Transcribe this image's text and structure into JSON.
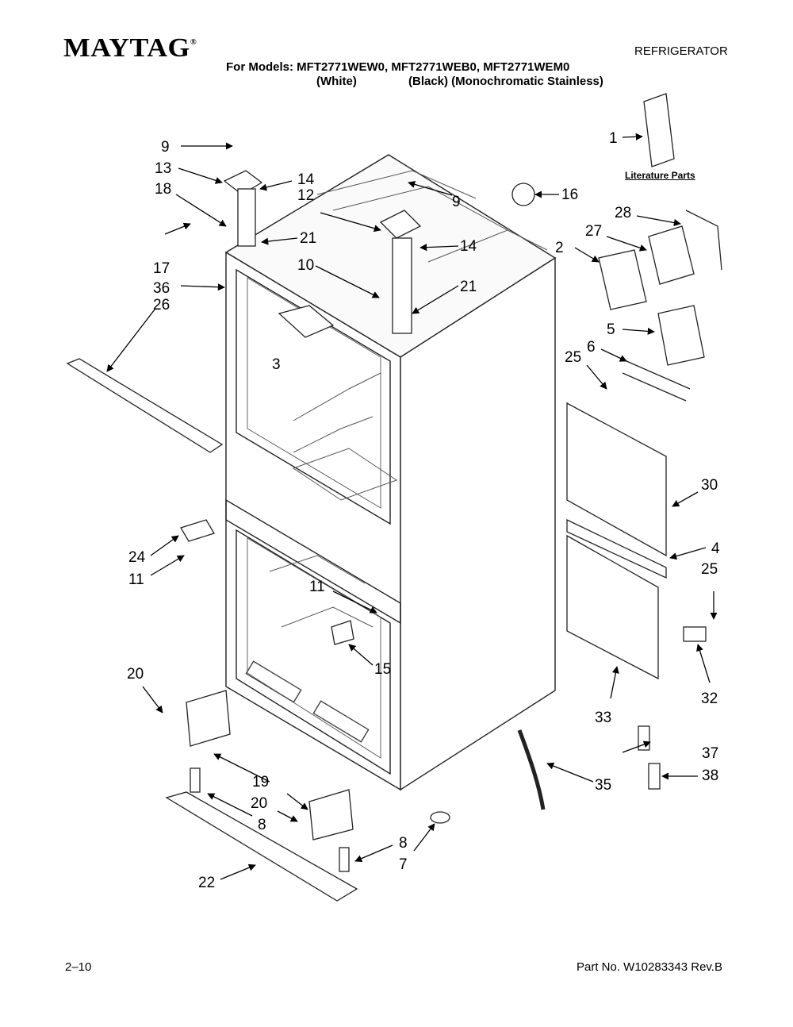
{
  "header": {
    "brand": "MAYTAG",
    "registered_mark": "®",
    "document_type": "REFRIGERATOR",
    "models_line": "For Models: MFT2771WEW0, MFT2771WEB0, MFT2771WEM0",
    "color_white": "(White)",
    "color_black_stainless": "(Black) (Monochromatic Stainless)"
  },
  "literature_label": "Literature Parts",
  "callouts": [
    {
      "id": "c1",
      "label": "1"
    },
    {
      "id": "c2",
      "label": "2"
    },
    {
      "id": "c3",
      "label": "3"
    },
    {
      "id": "c4",
      "label": "4"
    },
    {
      "id": "c5",
      "label": "5"
    },
    {
      "id": "c6",
      "label": "6"
    },
    {
      "id": "c7",
      "label": "7"
    },
    {
      "id": "c8a",
      "label": "8"
    },
    {
      "id": "c8b",
      "label": "8"
    },
    {
      "id": "c9a",
      "label": "9"
    },
    {
      "id": "c9b",
      "label": "9"
    },
    {
      "id": "c10",
      "label": "10"
    },
    {
      "id": "c11a",
      "label": "11"
    },
    {
      "id": "c11b",
      "label": "11"
    },
    {
      "id": "c12",
      "label": "12"
    },
    {
      "id": "c13",
      "label": "13"
    },
    {
      "id": "c14a",
      "label": "14"
    },
    {
      "id": "c14b",
      "label": "14"
    },
    {
      "id": "c15",
      "label": "15"
    },
    {
      "id": "c16",
      "label": "16"
    },
    {
      "id": "c17",
      "label": "17"
    },
    {
      "id": "c18",
      "label": "18"
    },
    {
      "id": "c19",
      "label": "19"
    },
    {
      "id": "c20a",
      "label": "20"
    },
    {
      "id": "c20b",
      "label": "20"
    },
    {
      "id": "c21a",
      "label": "21"
    },
    {
      "id": "c21b",
      "label": "21"
    },
    {
      "id": "c22",
      "label": "22"
    },
    {
      "id": "c24",
      "label": "24"
    },
    {
      "id": "c25a",
      "label": "25"
    },
    {
      "id": "c25b",
      "label": "25"
    },
    {
      "id": "c26",
      "label": "26"
    },
    {
      "id": "c27",
      "label": "27"
    },
    {
      "id": "c28",
      "label": "28"
    },
    {
      "id": "c30",
      "label": "30"
    },
    {
      "id": "c32",
      "label": "32"
    },
    {
      "id": "c33",
      "label": "33"
    },
    {
      "id": "c35",
      "label": "35"
    },
    {
      "id": "c36",
      "label": "36"
    },
    {
      "id": "c37",
      "label": "37"
    },
    {
      "id": "c38",
      "label": "38"
    }
  ],
  "footer": {
    "page_code": "2–10",
    "part_number": "Part No. W10283343 Rev.B"
  }
}
